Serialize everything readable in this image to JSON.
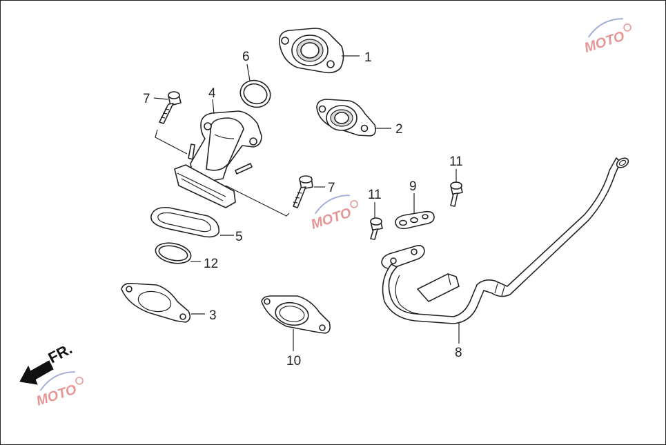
{
  "callouts": {
    "p1": "1",
    "p2": "2",
    "p3": "3",
    "p4": "4",
    "p5": "5",
    "p6": "6",
    "p7a": "7",
    "p7b": "7",
    "p8": "8",
    "p9": "9",
    "p10": "10",
    "p11a": "11",
    "p11b": "11",
    "p12": "12"
  },
  "direction_label": "FR.",
  "watermark_text": "MOTO",
  "colors": {
    "line": "#222222",
    "watermark_red": "#d04040",
    "watermark_blue": "#5a6fb8"
  }
}
